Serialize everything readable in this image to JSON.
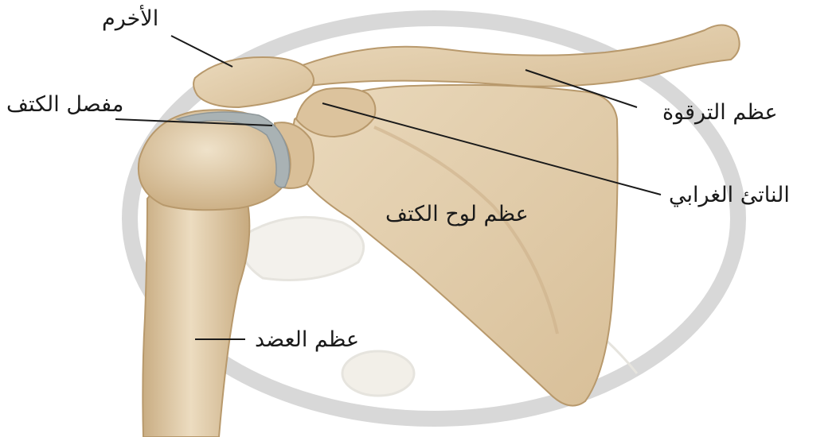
{
  "labels": {
    "acromion": "الأخرم",
    "shoulder_joint": "مفصل الكتف",
    "clavicle": "عظم الترقوة",
    "coracoid": "الناتئ الغرابي",
    "scapula": "عظم لوح الكتف",
    "humerus": "عظم العضد"
  },
  "colors": {
    "bone": "#e2cdab",
    "bone_shadow": "#c2a57c",
    "cartilage": "#a9b2b4",
    "watermark": "#d8d8d8",
    "line": "#1a1a1a"
  }
}
